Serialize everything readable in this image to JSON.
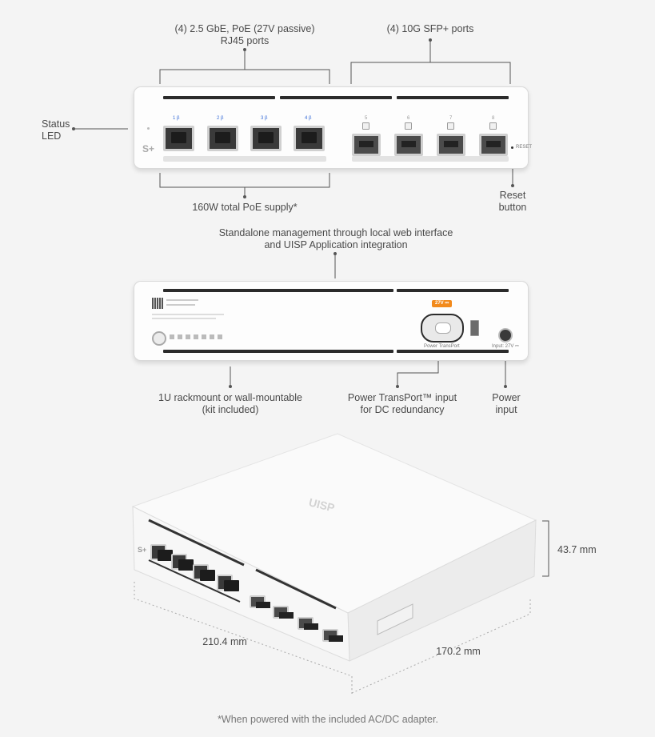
{
  "callouts": {
    "rj45_ports": [
      "(4) 2.5 GbE, PoE (27V passive)",
      "RJ45 ports"
    ],
    "sfp_ports": "(4) 10G SFP+ ports",
    "status_led": [
      "Status",
      "LED"
    ],
    "poe_supply": "160W total PoE supply*",
    "reset_button": [
      "Reset",
      "button"
    ],
    "management": [
      "Standalone management through local web interface",
      "and UISP Application integration"
    ],
    "rackmount": [
      "1U rackmount or wall-mountable",
      "(kit included)"
    ],
    "power_transport": [
      "Power TransPort™ input",
      "for DC redundancy"
    ],
    "power_input": [
      "Power",
      "input"
    ]
  },
  "front_panel": {
    "brand_mark": "S+",
    "rj45_labels": [
      "1 β",
      "2 β",
      "3 β",
      "4 β"
    ],
    "sfp_labels": [
      "5",
      "6",
      "7",
      "8"
    ],
    "reset_label": "RESET"
  },
  "rear_panel": {
    "voltage_badge": "27V ⎓",
    "transport_label": "Power TransPort",
    "dc_label": "Input: 27V ⎓"
  },
  "iso_view": {
    "top_logo": "UISP",
    "brand_mark": "S+"
  },
  "dimensions": {
    "height": "43.7 mm",
    "width": "210.4 mm",
    "depth": "170.2 mm"
  },
  "footnote": "*When powered with the included AC/DC adapter.",
  "colors": {
    "accent_orange": "#f28a1c",
    "port_blue": "#3a6ed8"
  }
}
